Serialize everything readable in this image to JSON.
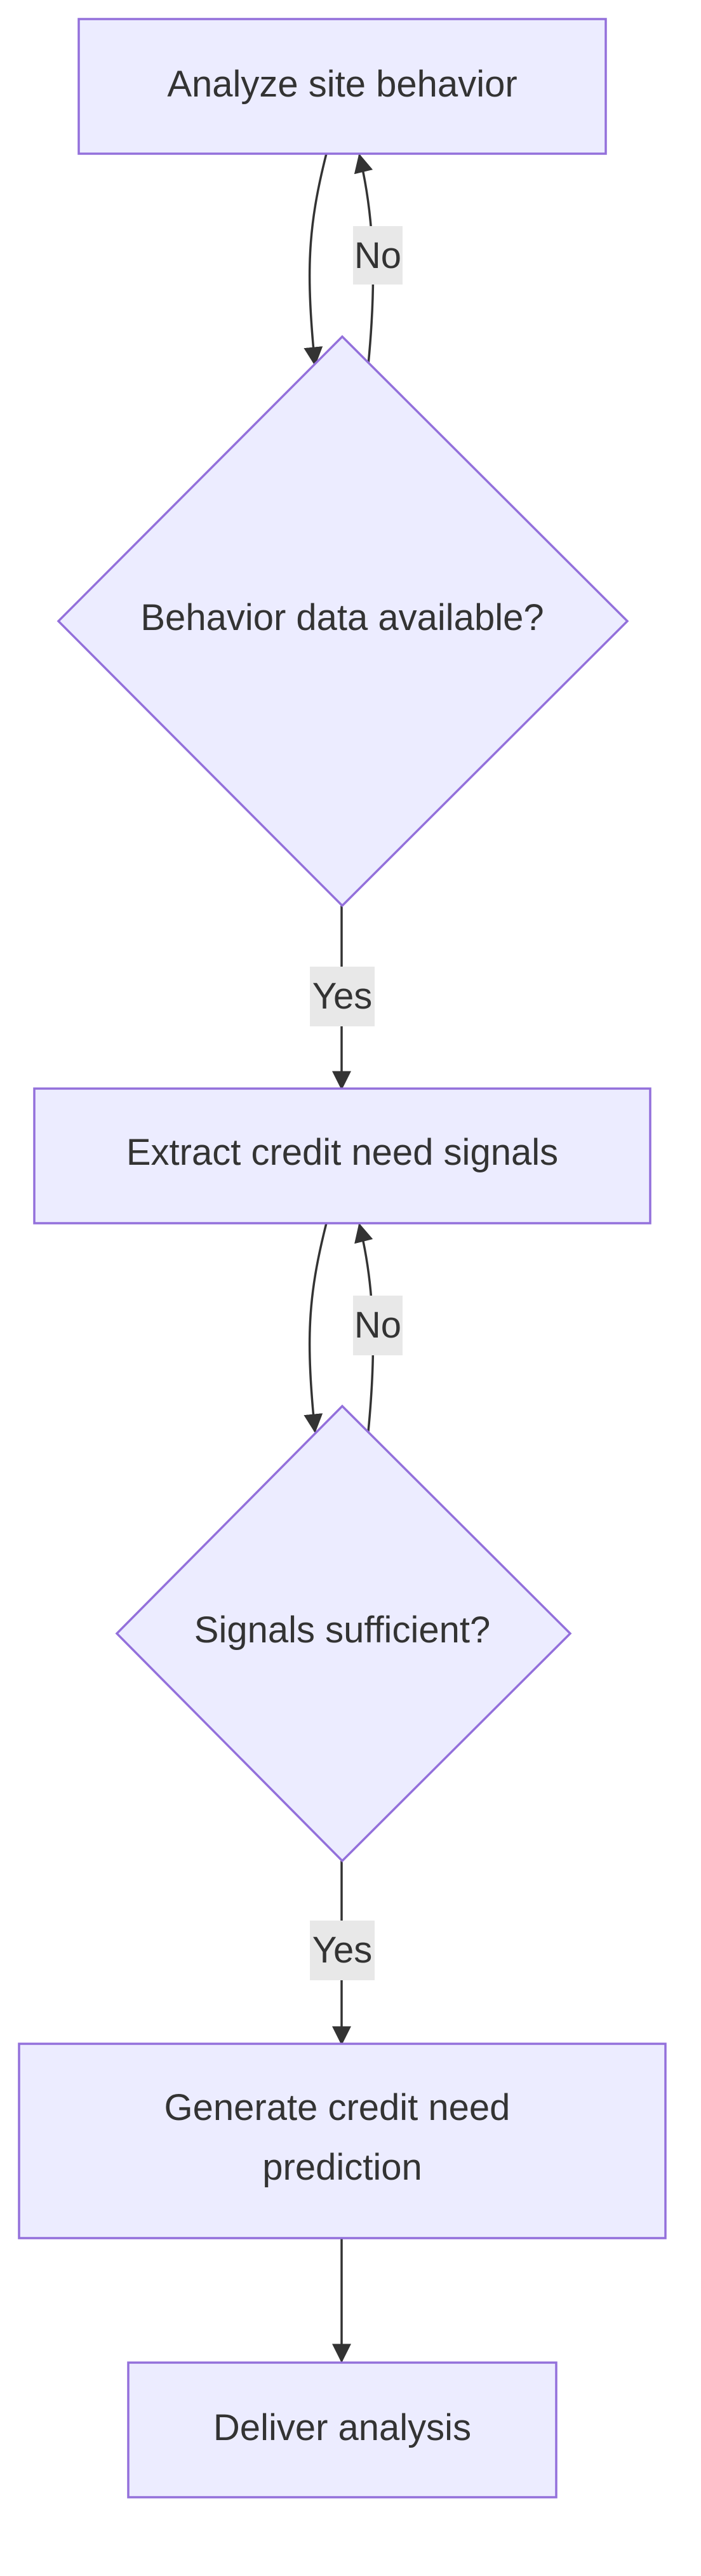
{
  "diagram": {
    "nodes": {
      "analyze": "Analyze site behavior",
      "behavior_check": "Behavior data available?",
      "extract": "Extract credit need signals",
      "signals_check": "Signals sufficient?",
      "generate_line1": "Generate credit need",
      "generate_line2": "prediction",
      "deliver": "Deliver analysis"
    },
    "edge_labels": {
      "behavior_no": "No",
      "behavior_yes": "Yes",
      "signals_no": "No",
      "signals_yes": "Yes"
    },
    "colors": {
      "node_fill": "#ECECFF",
      "node_stroke": "#9370DB",
      "edge": "#333333",
      "label_bg": "#E8E8E8",
      "text": "#333333"
    }
  }
}
